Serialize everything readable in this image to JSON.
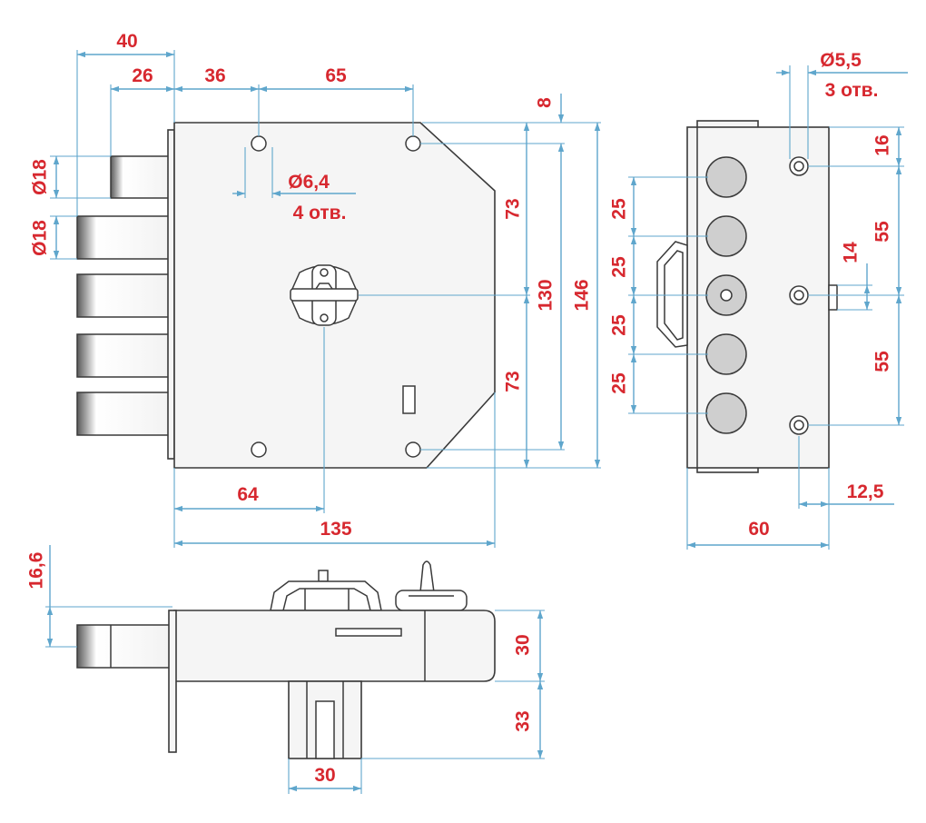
{
  "front_view": {
    "d40": "40",
    "d26": "26",
    "d36": "36",
    "d65": "65",
    "d8": "8",
    "dia18_top": "Ø18",
    "dia18_second": "Ø18",
    "dia6_4": "Ø6,4",
    "holes_4": "4 отв.",
    "d73_top": "73",
    "d130": "130",
    "d146": "146",
    "d73_bottom": "73",
    "d64": "64",
    "d135": "135"
  },
  "side_view": {
    "dia5_5": "Ø5,5",
    "holes_3": "3 отв.",
    "d16": "16",
    "d55_top": "55",
    "d14": "14",
    "d55_bottom": "55",
    "d25_1": "25",
    "d25_2": "25",
    "d25_3": "25",
    "d25_4": "25",
    "d12_5": "12,5",
    "d60": "60"
  },
  "bottom_view": {
    "d16_6": "16,6",
    "d30_height": "30",
    "d33": "33",
    "d30_width": "30"
  },
  "colors": {
    "dimension_line": "#5fa6cc",
    "label": "#d7282f",
    "outline": "#3a3a3a",
    "body_fill": "#f5f5f5",
    "bolt_fill": "#cfcfcf"
  }
}
